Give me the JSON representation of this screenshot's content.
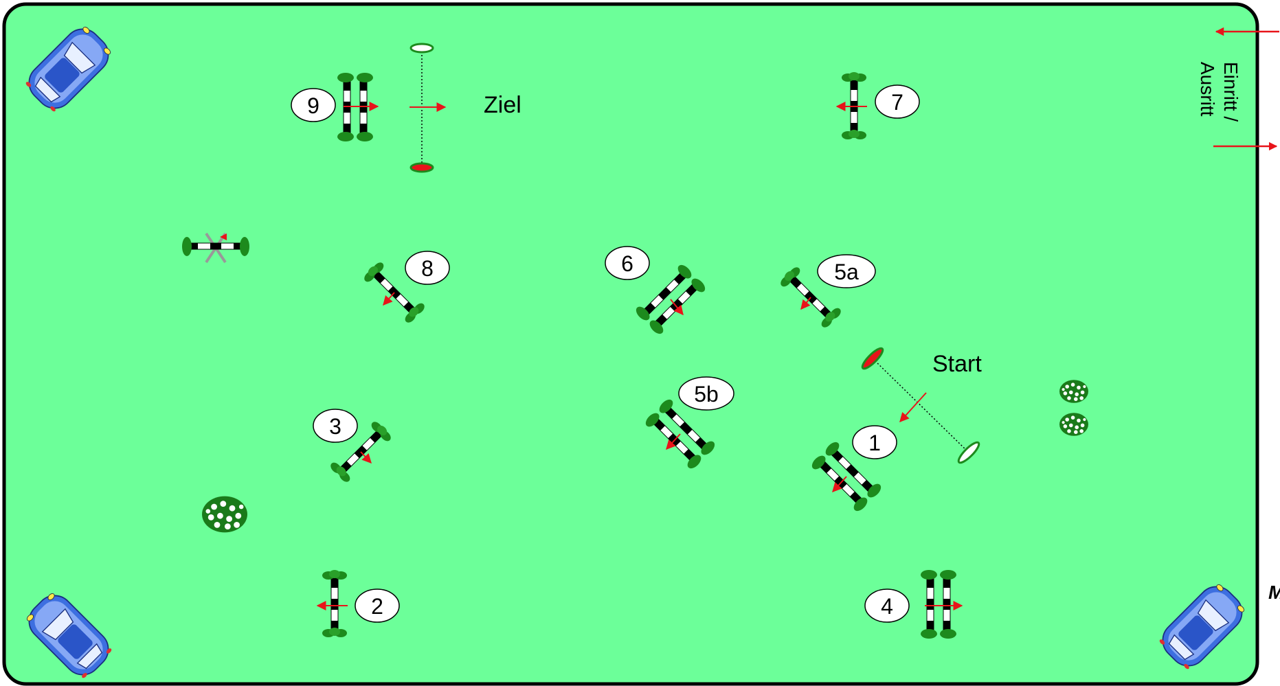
{
  "arena": {
    "fill_color": "#6cff99",
    "border_color": "#000000",
    "entrance_label_line1": "Einritt /",
    "entrance_label_line2": "Ausritt",
    "start_label": "Start",
    "finish_label": "Ziel",
    "side_label_partial": "M"
  },
  "obstacles": {
    "o1": "1",
    "o2": "2",
    "o3": "3",
    "o4": "4",
    "o5a": "5a",
    "o5b": "5b",
    "o6": "6",
    "o7": "7",
    "o8": "8",
    "o9": "9"
  },
  "colors": {
    "direction_arrow": "#e8141a",
    "hedge": "#1d8a1d",
    "car_body": "#3d6fe0",
    "car_window": "#c9d6ff",
    "flower": "#1a7a1a"
  },
  "icons": [
    "car-icon",
    "jump-icon",
    "oxer-icon",
    "flower-bush-icon",
    "arrow-icon"
  ]
}
